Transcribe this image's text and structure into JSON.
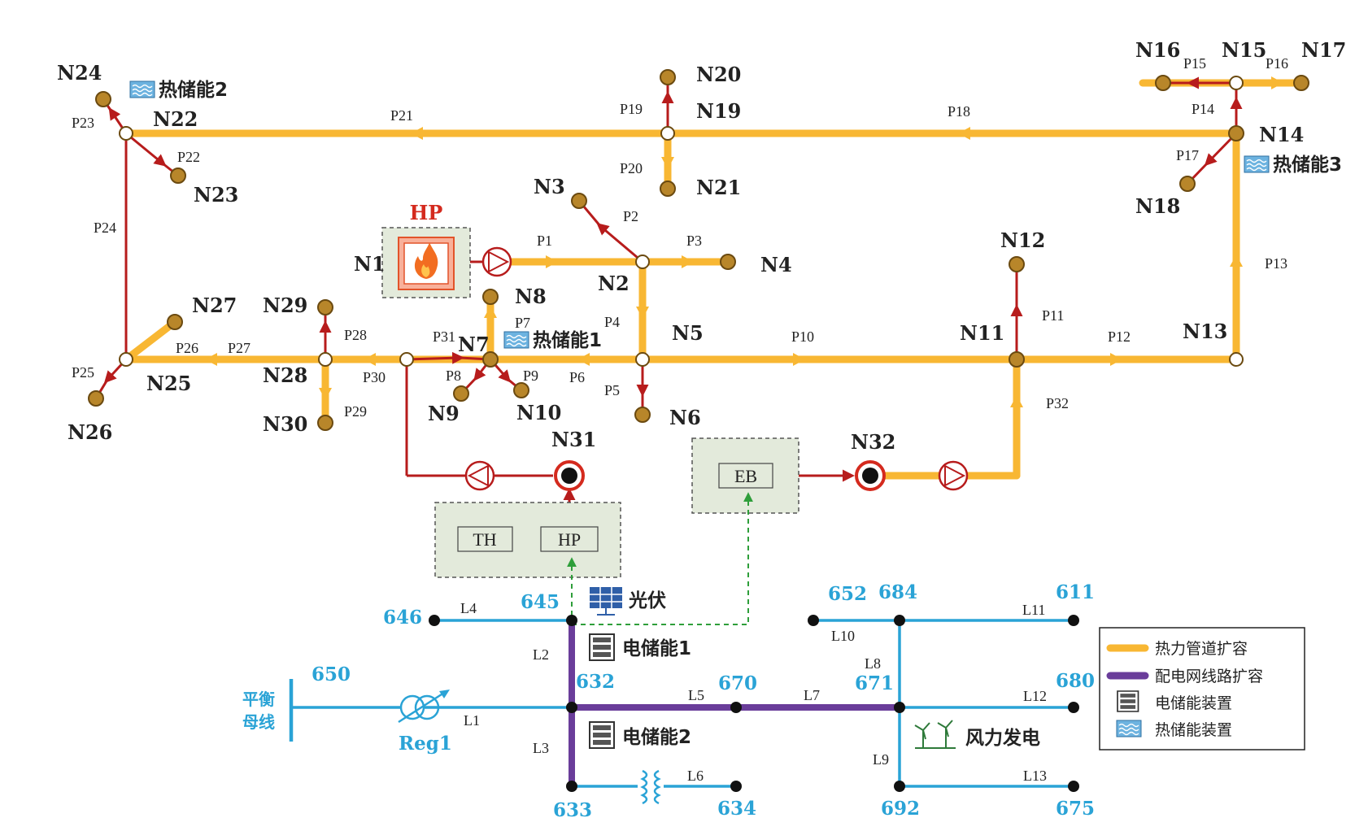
{
  "heat_nodes": [
    "N1",
    "N2",
    "N3",
    "N4",
    "N5",
    "N6",
    "N7",
    "N8",
    "N9",
    "N10",
    "N11",
    "N12",
    "N13",
    "N14",
    "N15",
    "N16",
    "N17",
    "N18",
    "N19",
    "N20",
    "N21",
    "N22",
    "N23",
    "N24",
    "N25",
    "N26",
    "N27",
    "N28",
    "N29",
    "N30",
    "N31",
    "N32"
  ],
  "pipes": [
    "P1",
    "P2",
    "P3",
    "P4",
    "P5",
    "P6",
    "P7",
    "P8",
    "P9",
    "P10",
    "P11",
    "P12",
    "P13",
    "P14",
    "P15",
    "P16",
    "P17",
    "P18",
    "P19",
    "P20",
    "P21",
    "P22",
    "P23",
    "P24",
    "P25",
    "P26",
    "P27",
    "P28",
    "P29",
    "P30",
    "P31",
    "P32"
  ],
  "hp_top_label": "HP",
  "storage": {
    "s1": "热储能1",
    "s2": "热储能2",
    "s3": "热储能3"
  },
  "boxes": {
    "th": "TH",
    "hp": "HP",
    "eb": "EB"
  },
  "bus_nodes": {
    "b646": "646",
    "b645": "645",
    "b650": "650",
    "b632": "632",
    "b670": "670",
    "b671": "671",
    "b652": "652",
    "b684": "684",
    "b611": "611",
    "b680": "680",
    "b633": "633",
    "b634": "634",
    "b692": "692",
    "b675": "675"
  },
  "lines": [
    "L1",
    "L2",
    "L3",
    "L4",
    "L5",
    "L6",
    "L7",
    "L8",
    "L9",
    "L10",
    "L11",
    "L12",
    "L13"
  ],
  "slack_bus": [
    "平衡",
    "母线"
  ],
  "regulator": "Reg1",
  "pv": "光伏",
  "ess1": "电储能1",
  "ess2": "电储能2",
  "wind": "风力发电",
  "legend": {
    "heat_pipe": "热力管道扩容",
    "dist_line": "配电网线路扩容",
    "elec_storage": "电储能装置",
    "heat_storage": "热储能装置"
  },
  "colors": {
    "heat_pipe_expanded": "#f8b733",
    "heat_pipe": "#b71c1c",
    "dist_line_expanded": "#6a3d9a",
    "dist_line": "#2aa3d6",
    "node_fill": "#b8862a",
    "label_red": "#d42a1e",
    "equipment_box": "#e3eadb"
  },
  "icons": [
    "flame-icon",
    "pump-icon",
    "heat-storage-icon",
    "battery-icon",
    "solar-panel-icon",
    "wind-turbine-icon",
    "transformer-icon",
    "regulator-icon"
  ]
}
